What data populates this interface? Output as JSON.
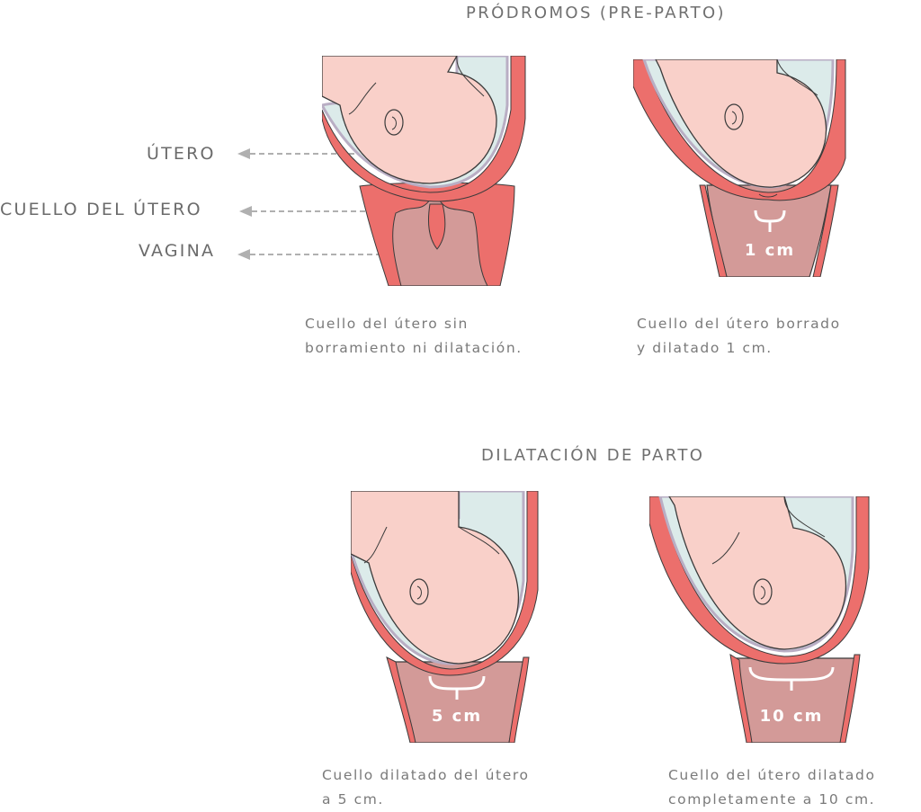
{
  "sections": {
    "prodromos_title": "PRÓDROMOS (PRE-PARTO)",
    "dilatacion_title": "DILATACIÓN DE PARTO"
  },
  "labels": {
    "utero": "ÚTERO",
    "cuello": "CUELLO DEL ÚTERO",
    "vagina": "VAGINA"
  },
  "panels": [
    {
      "measure": "",
      "caption_line1": "Cuello del útero sin",
      "caption_line2": "borramiento ni dilatación."
    },
    {
      "measure": "1 cm",
      "caption_line1": "Cuello del útero borrado",
      "caption_line2": "y dilatado 1 cm."
    },
    {
      "measure": "5 cm",
      "caption_line1": "Cuello dilatado del útero",
      "caption_line2": "a 5 cm."
    },
    {
      "measure": "10 cm",
      "caption_line1": "Cuello del útero dilatado",
      "caption_line2": "completamente a 10 cm."
    }
  ],
  "colors": {
    "uterus_wall": "#ec6f6c",
    "skin": "#f9d0c9",
    "fluid": "#dcebea",
    "membrane": "#b9aec4",
    "vagina": "#d39a98",
    "outline": "#3b3b3b",
    "arrow": "#b0b0b0"
  }
}
